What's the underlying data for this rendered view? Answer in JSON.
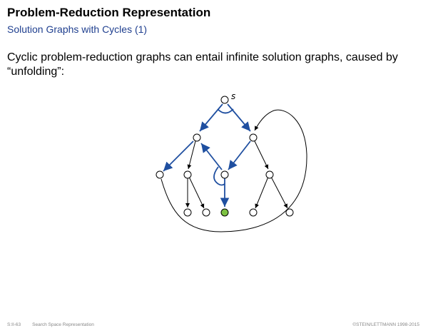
{
  "header": {
    "title": "Problem-Reduction Representation",
    "subtitle": "Solution Graphs with Cycles (1)"
  },
  "body": {
    "text": "Cyclic problem-reduction graphs can entail infinite solution graphs, caused by “unfolding”:"
  },
  "diagram": {
    "root_label": "s",
    "colors": {
      "solution_edge": "#1f4fa0",
      "plain_edge": "#000000",
      "solved_node": "#7dc242",
      "node_fill": "#ffffff"
    }
  },
  "footer": {
    "slide_number": "S:II-63",
    "section": "Search Space Representation",
    "copyright": "©STEIN/LETTMANN 1998-2015"
  }
}
